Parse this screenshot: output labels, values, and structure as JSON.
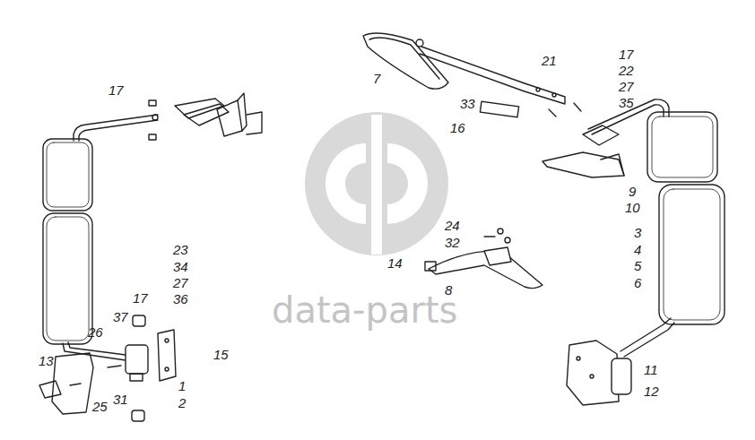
{
  "diagram": {
    "labels": [
      "17",
      "7",
      "21",
      "17",
      "22",
      "27",
      "35",
      "33",
      "16",
      "9",
      "10",
      "23",
      "34",
      "27",
      "36",
      "24",
      "32",
      "3",
      "4",
      "5",
      "6",
      "14",
      "8",
      "17",
      "37",
      "26",
      "15",
      "13",
      "1",
      "2",
      "25",
      "31",
      "11",
      "12",
      "data-parts"
    ]
  }
}
